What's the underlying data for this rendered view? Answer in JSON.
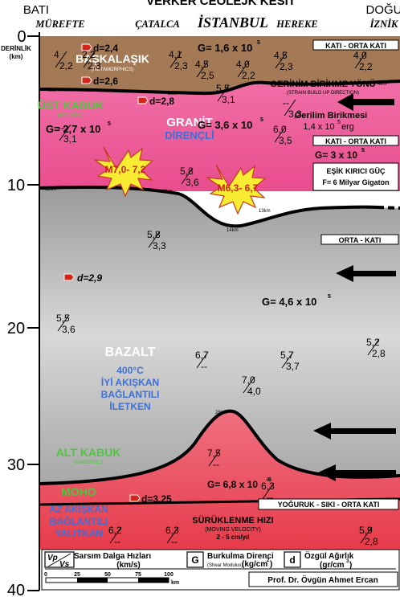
{
  "header": {
    "title": "VERKER CEOLEJK KESIT",
    "west": "BATI",
    "east": "DOĞU",
    "places": [
      "MÜREFTE",
      "ÇATALCA",
      "İSTANBUL",
      "HEREKE",
      "İZNİK"
    ]
  },
  "depth_axis": {
    "label": "DERİNLİK",
    "unit": "(km)",
    "ticks": [
      "0",
      "10",
      "20",
      "30",
      "40"
    ]
  },
  "layers": {
    "metamorphic": {
      "name": "BAŞKALAŞIK",
      "sub": "(METAMORPHICS)"
    },
    "upper_crust": {
      "name": "ÜST KABUK",
      "sub": "(GRANITIC)"
    },
    "granite": {
      "name1": "GRANİT",
      "name2": "DİRENÇLİ"
    },
    "basalt": {
      "name": "BAZALT",
      "l1": "400°C",
      "l2": "İYİ AKIŞKAN",
      "l3": "BAĞLANTILI",
      "l4": "İLETKEN"
    },
    "lower_crust": {
      "name": "ALT KABUK",
      "sub": "(GABBROIC)"
    },
    "moho": {
      "name": "MOHO",
      "l1": "AZ AKIŞKAN",
      "l2": "BAĞLANTILI",
      "l3": "YALITKAN"
    }
  },
  "densities": [
    "d=2,4",
    "d=2,6",
    "d=2,8",
    "d=2,9",
    "d=3,25"
  ],
  "shear": {
    "top": "G= 1,6 x 10",
    "upper_left": "G= 2,7 x 10",
    "upper_mid": "G= 3,6 x 10",
    "upper_right": "G= 3 x 10",
    "basalt": "G= 4,6 x 10",
    "lower": "G= 6,8 x 10",
    "exp5": "5",
    "exp6": "6"
  },
  "ratios": [
    {
      "num": "4",
      "den": "2,2"
    },
    {
      "num": "2,2",
      "den": "2,3"
    },
    {
      "num": "4,1",
      "den": "2,3"
    },
    {
      "num": "4,5",
      "den": "2,5"
    },
    {
      "num": "4,0",
      "den": "2,2"
    },
    {
      "num": "4,5",
      "den": "2,3"
    },
    {
      "num": "4,0",
      "den": "2,2"
    },
    {
      "num": "5,5",
      "den": "3,1"
    },
    {
      "num": "--",
      "den": "3,1"
    },
    {
      "num": "5,8",
      "den": "3,6"
    },
    {
      "num": "6,0",
      "den": "3,5"
    },
    {
      "num": "--",
      "den": "3,3"
    },
    {
      "num": "5,8",
      "den": "3,3"
    },
    {
      "num": "5,5",
      "den": "3,6"
    },
    {
      "num": "6,7",
      "den": "--"
    },
    {
      "num": "5,7",
      "den": "3,7"
    },
    {
      "num": "5,2",
      "den": "2,8"
    },
    {
      "num": "7,0",
      "den": "4,0"
    },
    {
      "num": "7,5",
      "den": "--"
    },
    {
      "num": "6,3",
      "den": "--"
    },
    {
      "num": "6,2",
      "den": "--"
    },
    {
      "num": "6,3",
      "den": "--"
    },
    {
      "num": "5,9",
      "den": "2,8"
    }
  ],
  "boundary_depths": [
    "4km",
    "3km",
    "4km",
    "11km",
    "12km",
    "14km",
    "13km",
    "26km",
    "6"
  ],
  "earthquakes": [
    "M7,0- 7,2",
    "M6,3- 6,7"
  ],
  "boxes": {
    "solid_medium_1": "KATI - ORTA KATI",
    "solid_medium_2": "KATI - ORTA KATI",
    "medium_solid": "ORTA - KATI",
    "ductile": "YOĞURUK - SIKI - ORTA KATI"
  },
  "strain": {
    "title": "GERİNİM BİRİKME YÖNÜ",
    "sub": "(STRAIN BUILD UP DIRECTION)",
    "label": "Gerilim Birikmesi",
    "value": "1,4 x 10",
    "exp": "5",
    "unit": "erg"
  },
  "force": {
    "title": "EŞİK KIRICI GÜÇ",
    "value": "F= 6 Milyar Gigaton"
  },
  "velocity": {
    "title": "SÜRÜKLENME HIZI",
    "sub": "(MOVING VELOCITY)",
    "range": "2 - 5 cm/yıl"
  },
  "legend": {
    "vp": "Vp",
    "vs": "Vs",
    "vp_label": "Sarsım Dalga Hızları",
    "vp_unit": "(km/s)",
    "g_symbol": "G",
    "g_label": "Burkulma Direnci",
    "g_sub": "(Shear Modulus)",
    "g_unit": "(kg/cm",
    "g_exp": "2",
    "d_symbol": "d",
    "d_label": "Özgül Ağırlık",
    "d_unit": "(gr/cm",
    "d_exp": "3",
    "scale": [
      "0",
      "25",
      "50",
      "75",
      "100"
    ],
    "scale_unit": "km",
    "author": "Prof. Dr. Övgün Ahmet Ercan"
  },
  "colors": {
    "metamorphic": "#a47a56",
    "upper": "#ec5c9a",
    "basalt": "#bdbdbd",
    "lower": "#e84554",
    "green": "#4ec640",
    "blue": "#3d6fd9"
  }
}
